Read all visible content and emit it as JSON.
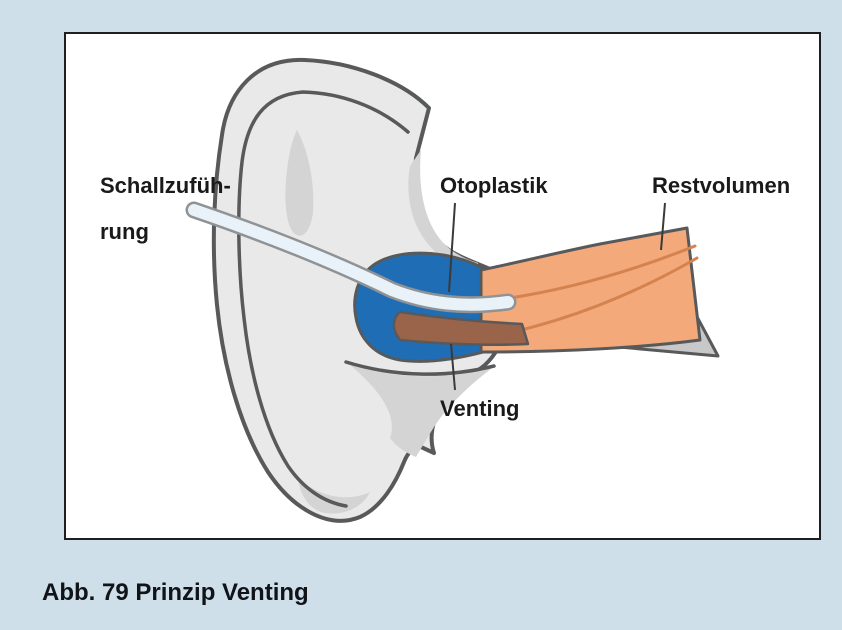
{
  "figure": {
    "caption": "Abb. 79 Prinzip Venting",
    "labels": {
      "sound_supply_line1": "Schallzufüh-",
      "sound_supply_line2": "rung",
      "earmold": "Otoplastik",
      "residual_volume": "Restvolumen",
      "vent": "Venting"
    },
    "colors": {
      "background": "#cfdfe9",
      "panel": "#ffffff",
      "panel-border": "#1f1f1f",
      "ear-fill": "#e9e9e9",
      "ear-shadow": "#d4d4d4",
      "ear-outline": "#58595b",
      "earmold-blue": "#1f6db4",
      "canal-orange": "#f3a97a",
      "canal-line": "#d4834f",
      "vent-brown": "#996449",
      "wedge-gray": "#c8c8c8",
      "tube-fill": "#e9f2f8",
      "tube-outline": "#8f9396",
      "leader-line": "#3a3a3a",
      "text": "#1a1a1a"
    }
  }
}
